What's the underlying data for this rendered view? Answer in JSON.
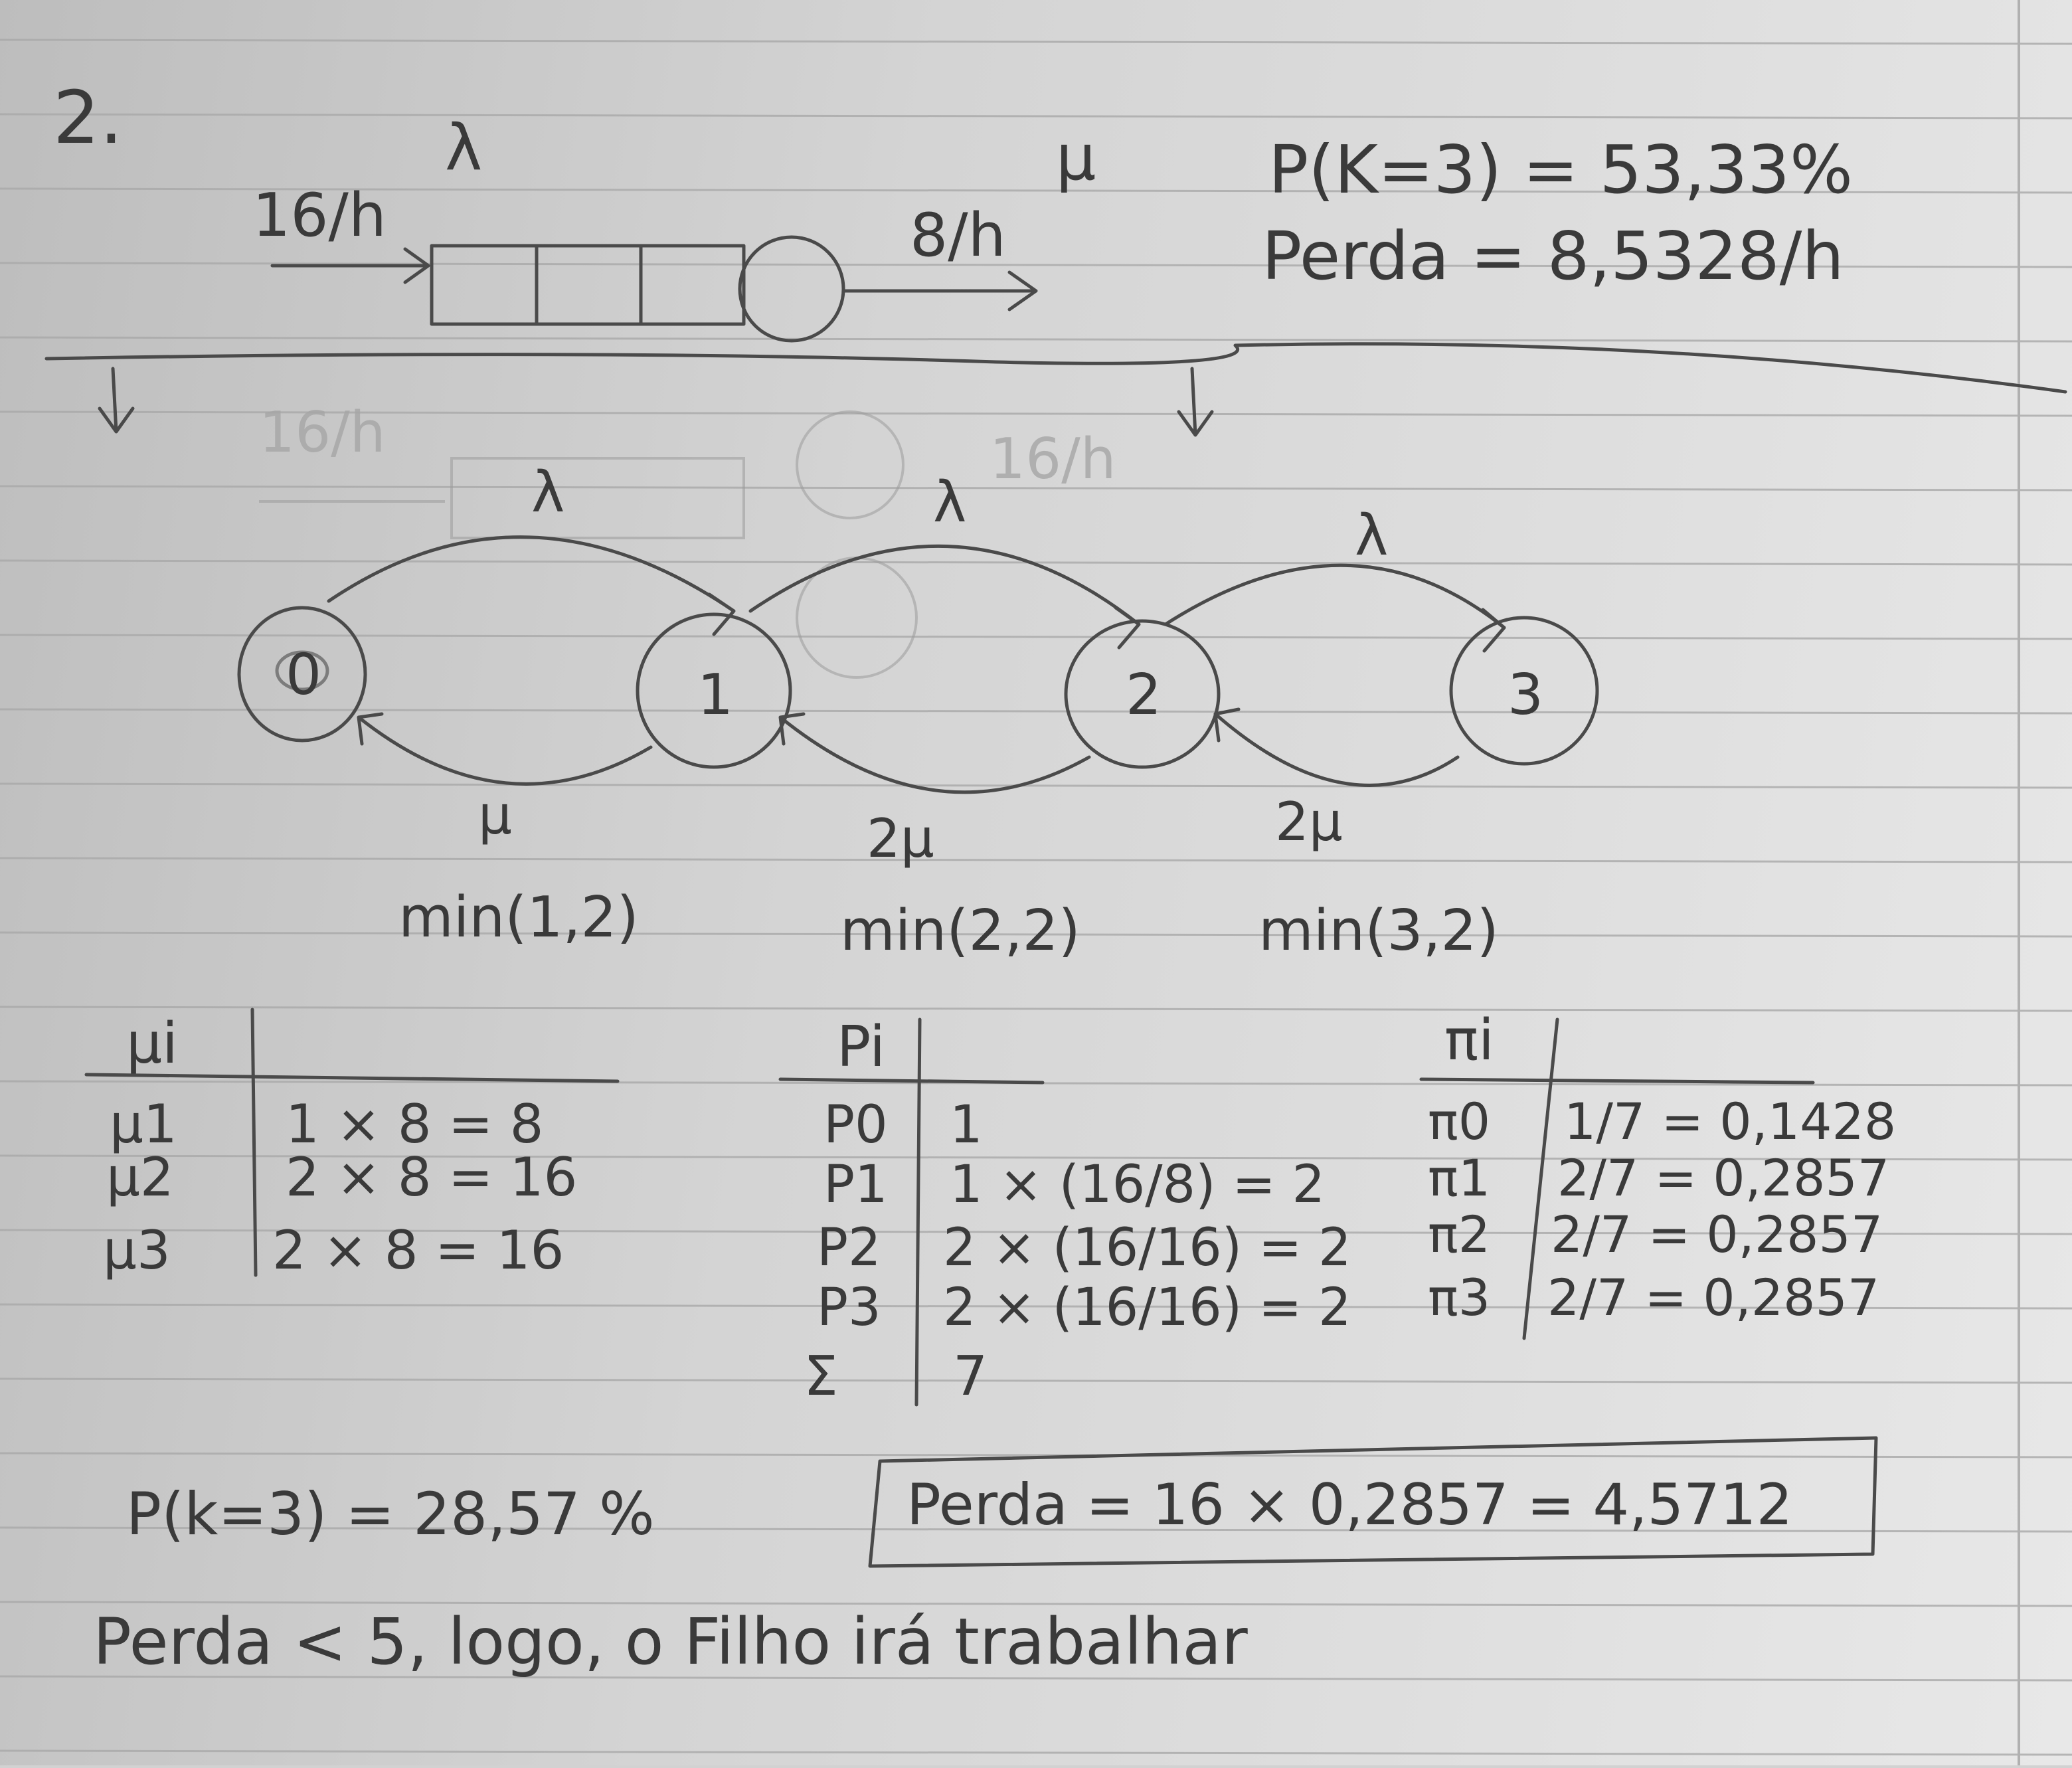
{
  "problem_number": "2.",
  "queue": {
    "arrival_label": "16/h",
    "lambda": "λ",
    "service_label": "8/h",
    "mu": "μ"
  },
  "first_result": {
    "prob": "P(K=3) = 53,33%",
    "loss": "Perda = 8,5328/h"
  },
  "ghost_labels": {
    "a": "16/h",
    "b": "16/h"
  },
  "chain": {
    "states": [
      "0",
      "1",
      "2",
      "3"
    ],
    "forward_labels": [
      "λ",
      "λ",
      "λ"
    ],
    "backward_labels": [
      "μ",
      "2μ",
      "2μ"
    ],
    "min_labels": [
      "min(1,2)",
      "min(2,2)",
      "min(3,2)"
    ]
  },
  "mu_table": {
    "header": "μi",
    "rows": [
      {
        "name": "μ1",
        "expr": "1 × 8 = 8"
      },
      {
        "name": "μ2",
        "expr": "2 × 8 = 16"
      },
      {
        "name": "μ3",
        "expr": "2 × 8 = 16"
      }
    ]
  },
  "p_table": {
    "header": "Pi",
    "rows": [
      {
        "name": "P0",
        "expr": "1"
      },
      {
        "name": "P1",
        "expr": "1 × (16/8) = 2"
      },
      {
        "name": "P2",
        "expr": "2 × (16/16) = 2"
      },
      {
        "name": "P3",
        "expr": "2 × (16/16) = 2"
      },
      {
        "name": "Σ",
        "expr": "7"
      }
    ]
  },
  "pi_table": {
    "header": "πi",
    "rows": [
      {
        "name": "π0",
        "expr": "1/7 = 0,1428"
      },
      {
        "name": "π1",
        "expr": "2/7 = 0,2857"
      },
      {
        "name": "π2",
        "expr": "2/7 = 0,2857"
      },
      {
        "name": "π3",
        "expr": "2/7 = 0,2857"
      }
    ]
  },
  "final_prob": "P(k=3) = 28,57 %",
  "final_loss": "Perda = 16 × 0,2857 = 4,5712",
  "conclusion": "Perda < 5, logo, o Filho irá trabalhar"
}
